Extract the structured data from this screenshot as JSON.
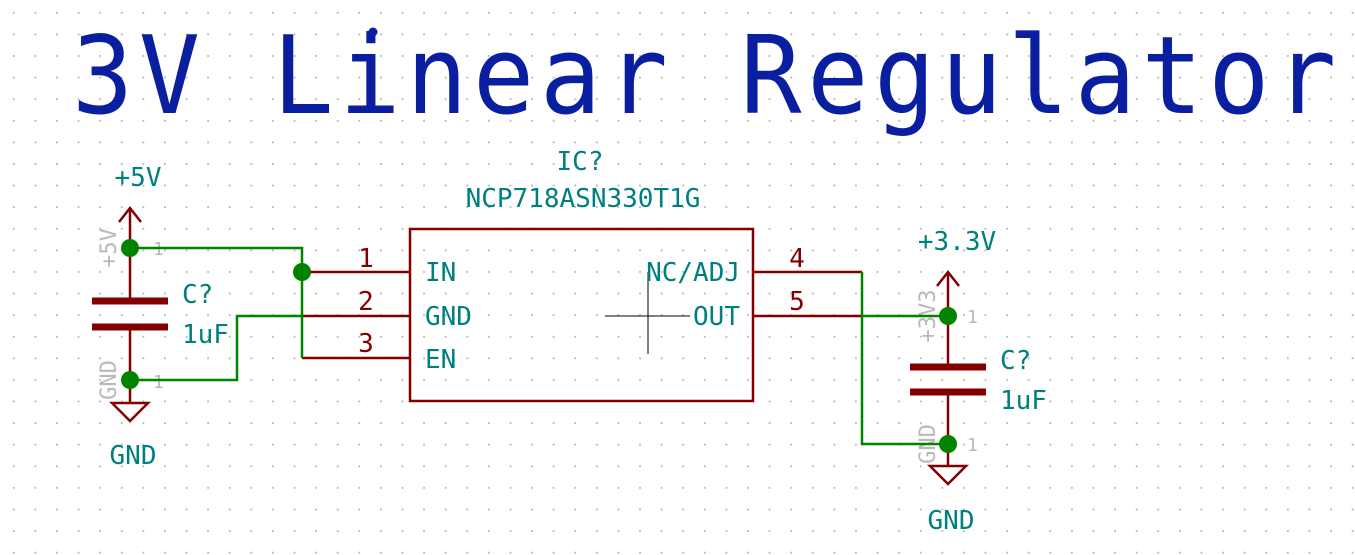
{
  "title": "3V Linear Regulator",
  "ic": {
    "reference": "IC?",
    "value": "NCP718ASN330T1G",
    "pins": [
      {
        "number": "1",
        "name": "IN"
      },
      {
        "number": "2",
        "name": "GND"
      },
      {
        "number": "3",
        "name": "EN"
      },
      {
        "number": "4",
        "name": "NC/ADJ"
      },
      {
        "number": "5",
        "name": "OUT"
      }
    ]
  },
  "input_side": {
    "power_label": "+5V",
    "power_pin_label": "+5V",
    "cap_reference": "C?",
    "cap_value": "1uF",
    "ground_label": "GND",
    "ground_pin_label": "GND"
  },
  "output_side": {
    "power_label": "+3.3V",
    "power_pin_label": "+3V3",
    "cap_reference": "C?",
    "cap_value": "1uF",
    "ground_label": "GND",
    "ground_pin_label": "GND"
  },
  "colors": {
    "title": "#0a1fa0",
    "component": "#840000",
    "wire": "#008400",
    "junction": "#008400",
    "label": "#007f7f",
    "pin_hidden": "#b9b9b9"
  }
}
